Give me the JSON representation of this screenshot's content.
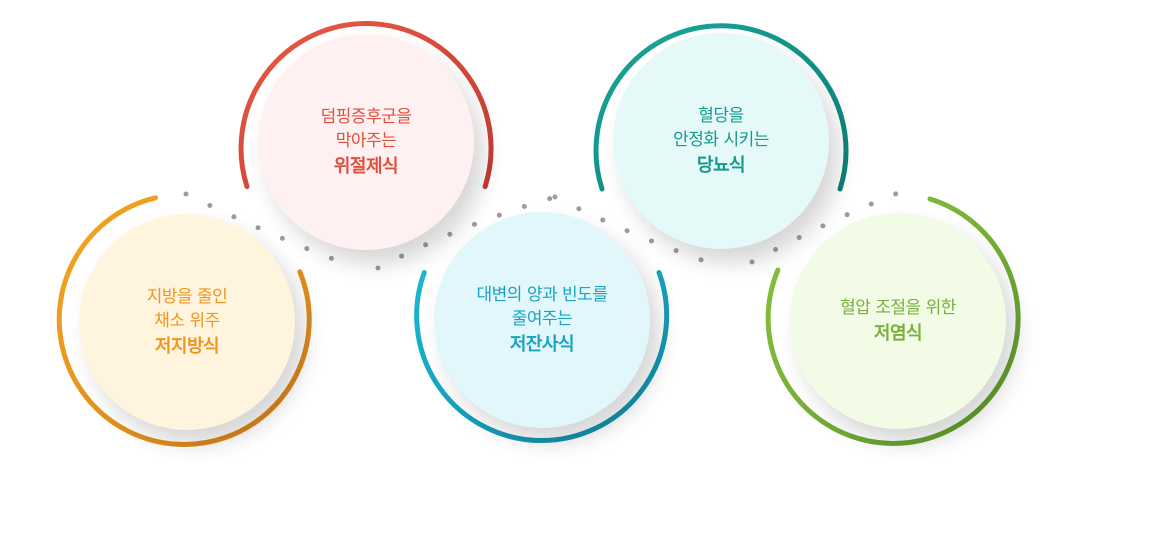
{
  "diet_items": [
    {
      "lines": [
        "지방을 줄인",
        "채소 위주"
      ],
      "highlight": "저지방식",
      "text_color": "#f0961e",
      "fill_color": "#fff4de",
      "ring_colors": [
        "#f5a522",
        "#d6811a"
      ]
    },
    {
      "lines": [
        "덤핑증후군을",
        "막아주는"
      ],
      "highlight": "위절제식",
      "text_color": "#e0503e",
      "fill_color": "#fff1f1",
      "ring_colors": [
        "#e85a47",
        "#c63a2e"
      ]
    },
    {
      "lines": [
        "대변의 양과 빈도를",
        "줄여주는"
      ],
      "highlight": "저잔사식",
      "text_color": "#1aa3c0",
      "fill_color": "#e2f7fb",
      "ring_colors": [
        "#1ab8cf",
        "#138aa8"
      ]
    },
    {
      "lines": [
        "혈당을",
        "안정화 시키는"
      ],
      "highlight": "당뇨식",
      "text_color": "#139a8f",
      "fill_color": "#e6f9f9",
      "ring_colors": [
        "#18a89a",
        "#0d7f78"
      ]
    },
    {
      "lines": [
        "혈압 조절을 위한"
      ],
      "highlight": "저염식",
      "text_color": "#78b03a",
      "fill_color": "#f1fbe6",
      "ring_colors": [
        "#8cc43f",
        "#5e9a2c"
      ]
    }
  ]
}
